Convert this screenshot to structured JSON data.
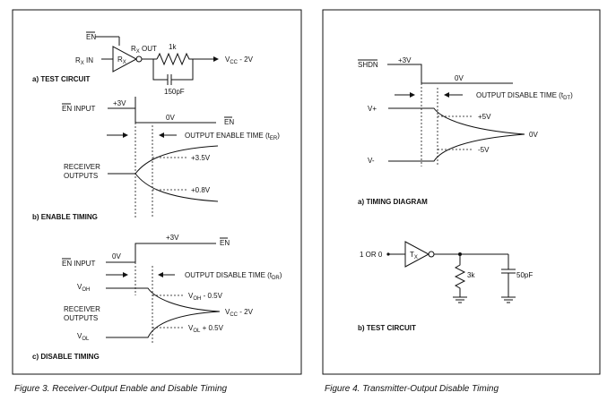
{
  "figure3": {
    "caption": "Figure 3.  Receiver-Output Enable and Disable Timing",
    "test_circuit": {
      "title": "a) TEST CIRCUIT",
      "en_label": "EN",
      "rx_in": "R",
      "rx_in_sub": "X",
      "rx_in_tail": " IN",
      "rx_out": "R",
      "rx_out_sub": "X",
      "rx_out_tail": " OUT",
      "buffer_label": "R",
      "buffer_sub": "X",
      "resistor": "1k",
      "capacitor": "150pF",
      "vcc": "V",
      "vcc_sub": "CC",
      "vcc_tail": " - 2V"
    },
    "enable_timing": {
      "title": "b) ENABLE TIMING",
      "en_input": "EN INPUT",
      "plus3v": "+3V",
      "zero_v": "0V",
      "en_right": "EN",
      "time_label": "OUTPUT ENABLE TIME (t",
      "time_sub": "ER",
      "receiver_outputs_1": "RECEIVER",
      "receiver_outputs_2": "OUTPUTS",
      "level_high": "+3.5V",
      "level_low": "+0.8V"
    },
    "disable_timing": {
      "title": "c) DISABLE TIMING",
      "en_input": "EN INPUT",
      "zero_v": "0V",
      "plus3v": "+3V",
      "en_right": "EN",
      "time_label": "OUTPUT DISABLE TIME (t",
      "time_sub": "DR",
      "voh": "V",
      "voh_sub": "OH",
      "vol": "V",
      "vol_sub": "OL",
      "receiver_outputs_1": "RECEIVER",
      "receiver_outputs_2": "OUTPUTS",
      "voh_minus": "V",
      "voh_minus_sub": "OH",
      "voh_minus_tail": " - 0.5V",
      "vol_plus": "V",
      "vol_plus_sub": "OL",
      "vol_plus_tail": " + 0.5V",
      "vcc": "V",
      "vcc_sub": "CC",
      "vcc_tail": " - 2V"
    }
  },
  "figure4": {
    "caption": "Figure 4.  Transmitter-Output Disable Timing",
    "timing_diagram": {
      "title": "a) TIMING DIAGRAM",
      "shdn": "SHDN",
      "plus3v": "+3V",
      "zero_v": "0V",
      "time_label": "OUTPUT DISABLE TIME (t",
      "time_sub": "DT",
      "v_plus": "V+",
      "v_minus": "V-",
      "plus5v": "+5V",
      "minus5v": "-5V",
      "out0v": "0V"
    },
    "test_circuit": {
      "title": "b) TEST CIRCUIT",
      "input": "1 OR 0",
      "buffer_label": "T",
      "buffer_sub": "X",
      "resistor": "3k",
      "capacitor": "50pF"
    }
  }
}
